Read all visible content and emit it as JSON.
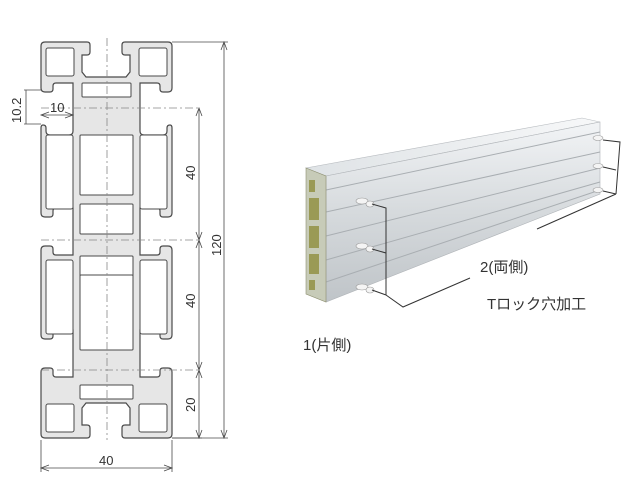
{
  "cross_section": {
    "dims": {
      "total_height": "120",
      "width": "40",
      "pitch_upper": "40",
      "pitch_middle": "40",
      "pitch_lower": "20",
      "slot_depth": "10.2",
      "slot_width": "10"
    }
  },
  "isometric": {
    "label_both_sides": "2(両側)",
    "label_one_side": "1(片側)",
    "label_process": "Tロック穴加工"
  },
  "colors": {
    "profile_fill": "#e6e6e6",
    "line": "#4a4a4a",
    "aluminum_light": "#e8ebee",
    "aluminum_mid": "#c4c9ce",
    "slot_inner": "#9a9a55"
  }
}
